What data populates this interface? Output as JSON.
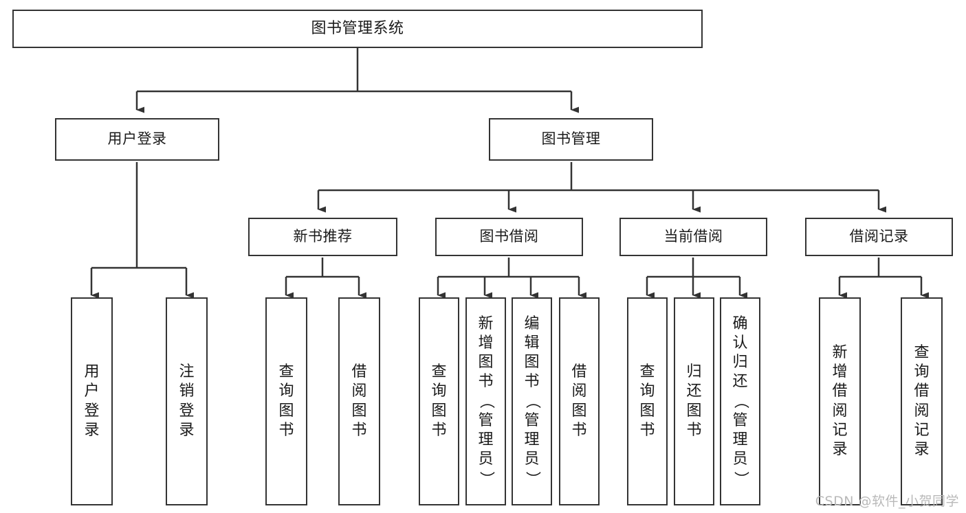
{
  "diagram": {
    "title": "图书管理系统",
    "type": "tree",
    "colors": {
      "stroke": "#333333",
      "fill": "#ffffff",
      "text": "#1a1a1a",
      "watermark": "#b9b9b9"
    },
    "root": {
      "label": "图书管理系统"
    },
    "level2": [
      {
        "label": "用户登录"
      },
      {
        "label": "图书管理"
      }
    ],
    "level3": [
      {
        "label": "新书推荐"
      },
      {
        "label": "图书借阅"
      },
      {
        "label": "当前借阅"
      },
      {
        "label": "借阅记录"
      }
    ],
    "leaves": {
      "user_login": [
        {
          "label": "用户登录"
        },
        {
          "label": "注销登录"
        }
      ],
      "new_book": [
        {
          "label": "查询图书"
        },
        {
          "label": "借阅图书"
        }
      ],
      "book_borrow": [
        {
          "label": "查询图书"
        },
        {
          "label": "新增图书（管理员）"
        },
        {
          "label": "编辑图书（管理员）"
        },
        {
          "label": "借阅图书"
        }
      ],
      "current_borrow": [
        {
          "label": "查询图书"
        },
        {
          "label": "归还图书"
        },
        {
          "label": "确认归还（管理员）"
        }
      ],
      "borrow_record": [
        {
          "label": "新增借阅记录"
        },
        {
          "label": "查询借阅记录"
        }
      ]
    },
    "watermark": "CSDN @软件_小贺同学"
  }
}
